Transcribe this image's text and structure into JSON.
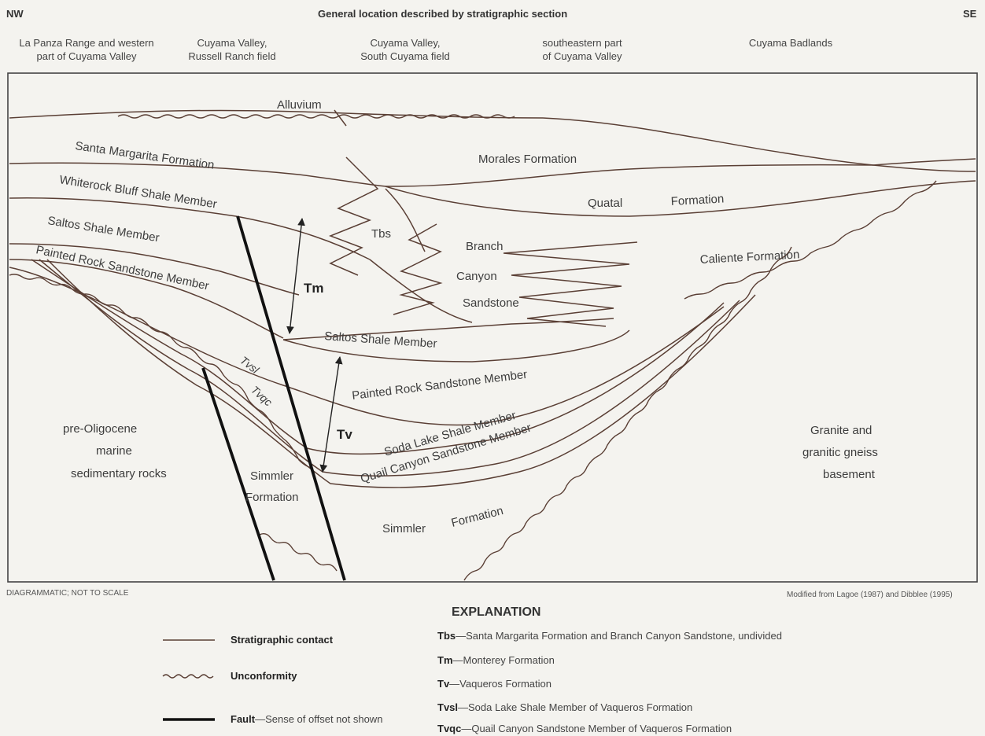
{
  "header": {
    "nw": "NW",
    "se": "SE",
    "title": "General location described by stratigraphic section"
  },
  "locations": [
    {
      "line1": "La Panza Range and western",
      "line2": "part of Cuyama Valley"
    },
    {
      "line1": "Cuyama Valley,",
      "line2": "Russell Ranch field"
    },
    {
      "line1": "Cuyama Valley,",
      "line2": "South Cuyama field"
    },
    {
      "line1": "southeastern part",
      "line2": "of Cuyama Valley"
    },
    {
      "line1": "Cuyama Badlands",
      "line2": ""
    }
  ],
  "labels": {
    "alluvium": "Alluvium",
    "santa_margarita": "Santa Margarita Formation",
    "morales": "Morales Formation",
    "whiterock": "Whiterock Bluff Shale Member",
    "quatal_1": "Quatal",
    "quatal_2": "Formation",
    "saltos_upper": "Saltos Shale Member",
    "tbs": "Tbs",
    "branch": "Branch",
    "canyon": "Canyon",
    "sandstone": "Sandstone",
    "caliente": "Caliente Formation",
    "painted_rock_upper": "Painted Rock Sandstone Member",
    "tm": "Tm",
    "saltos_lower": "Saltos Shale Member",
    "tvsl": "Tvsl",
    "painted_rock_lower": "Painted Rock Sandstone Member",
    "tvqc": "Tvqc",
    "tv": "Tv",
    "soda_lake": "Soda Lake Shale Member",
    "pre_olig_1": "pre-Oligocene",
    "pre_olig_2": "marine",
    "pre_olig_3": "sedimentary rocks",
    "simmler_1a": "Simmler",
    "simmler_1b": "Formation",
    "quail_canyon": "Quail Canyon Sandstone Member",
    "simmler_2a": "Simmler",
    "simmler_2b": "Formation",
    "granite_1": "Granite and",
    "granite_2": "granitic gneiss",
    "granite_3": "basement"
  },
  "notes": {
    "scale": "DIAGRAMMATIC; NOT TO SCALE",
    "source": "Modified from Lagoe (1987) and Dibblee (1995)"
  },
  "explanation": {
    "title": "EXPLANATION",
    "legend": [
      {
        "name": "Stratigraphic contact",
        "desc": ""
      },
      {
        "name": "Unconformity",
        "desc": ""
      },
      {
        "name": "Fault",
        "desc": "—Sense of offset not shown"
      }
    ],
    "abbreviations": [
      {
        "code": "Tbs",
        "desc": "—Santa Margarita Formation and Branch Canyon Sandstone, undivided"
      },
      {
        "code": "Tm",
        "desc": "—Monterey Formation"
      },
      {
        "code": "Tv",
        "desc": "—Vaqueros Formation"
      },
      {
        "code": "Tvsl",
        "desc": "—Soda Lake Shale Member of Vaqueros Formation"
      },
      {
        "code": "Tvqc",
        "desc": "—Quail Canyon Sandstone Member of Vaqueros Formation"
      }
    ]
  },
  "colors": {
    "line": "#5a3f35",
    "fault": "#111111",
    "frame": "#444444",
    "background": "#f4f3ef"
  }
}
